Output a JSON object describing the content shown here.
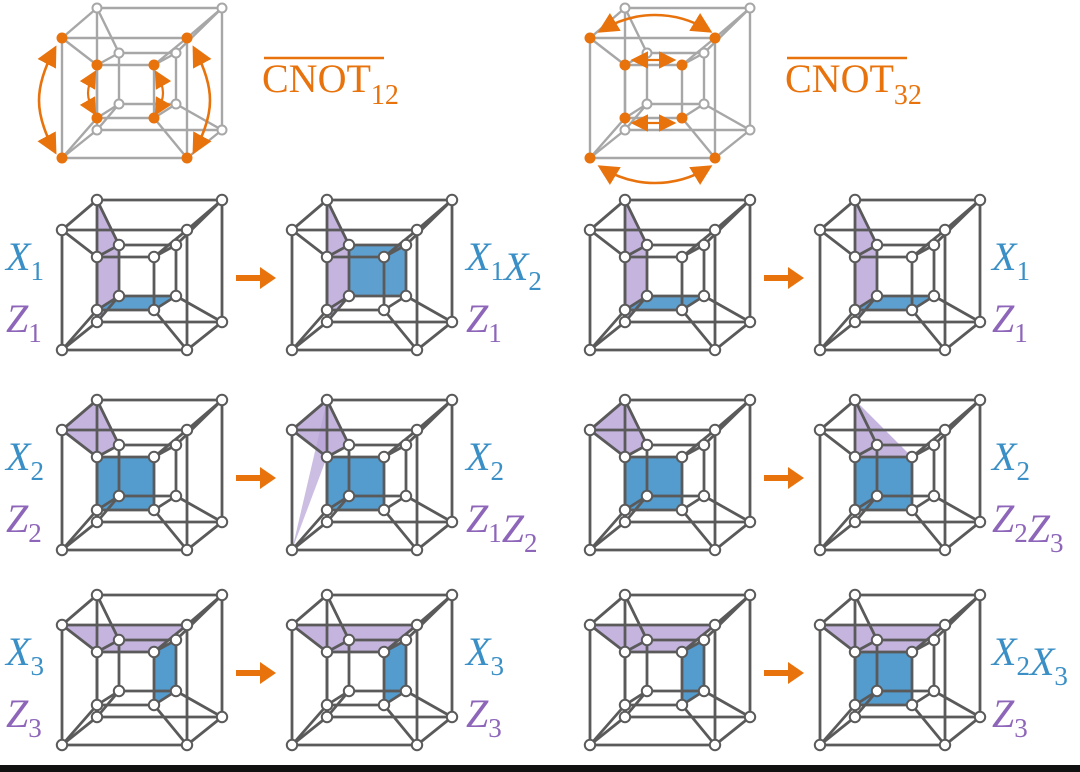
{
  "colors": {
    "orange": "#e8730d",
    "blue": "#3a8fc6",
    "purple": "#8e66b9",
    "edge": "#5a5a5a",
    "edge_light": "#a7a7a7",
    "blue_fill": "#4b96cb",
    "purple_fill": "#b7a3d6"
  },
  "headers": [
    {
      "name": "CNOT",
      "subscript": "12"
    },
    {
      "name": "CNOT",
      "subscript": "32"
    }
  ],
  "rows": [
    [
      {
        "x": [
          {
            "v": "X",
            "s": "1"
          }
        ],
        "z": [
          {
            "v": "Z",
            "s": "1"
          }
        ]
      },
      {
        "x": [
          {
            "v": "X",
            "s": "1"
          },
          {
            "v": "X",
            "s": "2"
          }
        ],
        "z": [
          {
            "v": "Z",
            "s": "1"
          }
        ]
      },
      {
        "x": [
          {
            "v": "X",
            "s": "1"
          }
        ],
        "z": [
          {
            "v": "Z",
            "s": "1"
          }
        ]
      }
    ],
    [
      {
        "x": [
          {
            "v": "X",
            "s": "2"
          }
        ],
        "z": [
          {
            "v": "Z",
            "s": "2"
          }
        ]
      },
      {
        "x": [
          {
            "v": "X",
            "s": "2"
          }
        ],
        "z": [
          {
            "v": "Z",
            "s": "1"
          },
          {
            "v": "Z",
            "s": "2"
          }
        ]
      },
      {
        "x": [
          {
            "v": "X",
            "s": "2"
          }
        ],
        "z": [
          {
            "v": "Z",
            "s": "2"
          },
          {
            "v": "Z",
            "s": "3"
          }
        ]
      }
    ],
    [
      {
        "x": [
          {
            "v": "X",
            "s": "3"
          }
        ],
        "z": [
          {
            "v": "Z",
            "s": "3"
          }
        ]
      },
      {
        "x": [
          {
            "v": "X",
            "s": "3"
          }
        ],
        "z": [
          {
            "v": "Z",
            "s": "3"
          }
        ]
      },
      {
        "x": [
          {
            "v": "X",
            "s": "2"
          },
          {
            "v": "X",
            "s": "3"
          }
        ],
        "z": [
          {
            "v": "Z",
            "s": "3"
          }
        ]
      }
    ]
  ]
}
